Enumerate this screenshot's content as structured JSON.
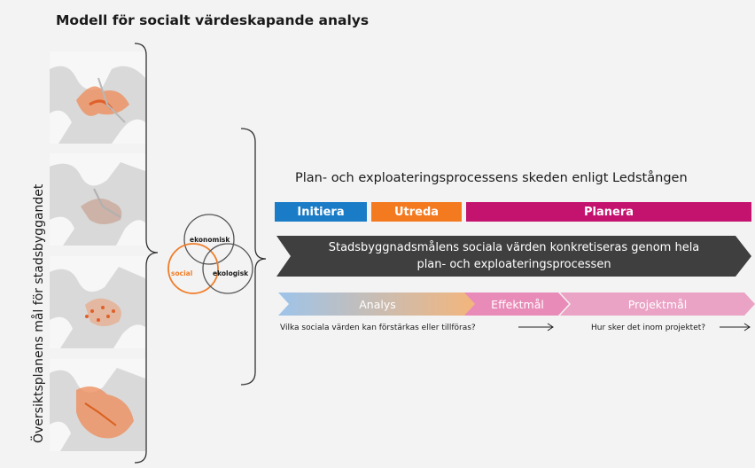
{
  "title": "Modell för socialt värdeskapande analys",
  "vertical_label": "Översiktsplanens mål för stadsbyggandet",
  "maps": [
    {
      "name": "map-1"
    },
    {
      "name": "map-2"
    },
    {
      "name": "map-3"
    },
    {
      "name": "map-4"
    }
  ],
  "venn": {
    "economic": "ekonomisk",
    "social": "social",
    "ecological": "ekologisk"
  },
  "process": {
    "heading": "Plan- och exploateringsprocessens skeden enligt Ledstången",
    "phases": [
      {
        "label": "Initiera",
        "color": "#1a7cc7"
      },
      {
        "label": "Utreda",
        "color": "#f47a20"
      },
      {
        "label": "Planera",
        "color": "#c4136e"
      }
    ],
    "banner_line1": "Stadsbyggnadsmålens sociala värden konkretiseras genom hela",
    "banner_line2": "plan- och exploateringsprocessen",
    "banner_color": "#3f3f3f",
    "steps": [
      {
        "label": "Analys",
        "color_from": "#9ec4ea",
        "color_to": "#f5b57a"
      },
      {
        "label": "Effektmål",
        "color": "#e98bb8"
      },
      {
        "label": "Projektmål",
        "color": "#eaa3c5"
      }
    ],
    "question_1": "Vilka sociala värden kan förstärkas eller tillföras?",
    "question_2": "Hur sker det inom projektet?"
  }
}
